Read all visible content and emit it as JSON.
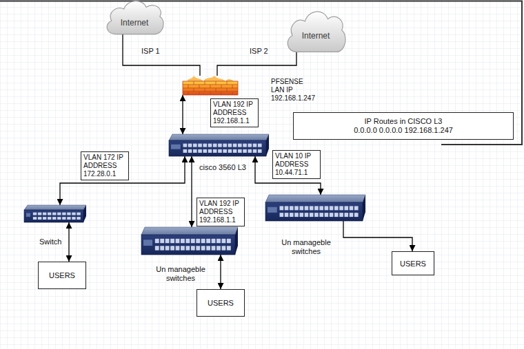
{
  "diagram": {
    "nodes": [
      {
        "text": [
          "Internet"
        ]
      },
      {
        "text": [
          "Internet"
        ]
      },
      {
        "text": [
          "PFSENSE LAN IP 192.168.1.247"
        ]
      },
      {
        "text": [
          "VLAN 192 IP ADDRESS 192.168.1.1"
        ]
      },
      {
        "text": [
          "IP Routes in CISCO L3",
          "0.0.0.0 0.0.0.0 192.168.1.247"
        ]
      },
      {
        "text": [
          "cisco 3560 L3"
        ]
      },
      {
        "text": [
          "VLAN 172 IP ADDRESS 172.28.0.1"
        ]
      },
      {
        "text": [
          "VLAN 10 IP ADDRESS 10.44.71.1"
        ]
      },
      {
        "text": [
          "Switch"
        ]
      },
      {
        "text": [
          "VLAN 192 IP ADDRESS 192.168.1.1"
        ]
      },
      {
        "text": [
          "Un manageble switches"
        ]
      },
      {
        "text": [
          "Un manageble switches"
        ]
      },
      {
        "text": [
          "USERS"
        ]
      },
      {
        "text": [
          "USERS"
        ]
      },
      {
        "text": [
          "USERS"
        ]
      }
    ],
    "edges": [
      {
        "from": 0,
        "to": 2,
        "label": "ISP 1",
        "arrow": "none"
      },
      {
        "from": 1,
        "to": 2,
        "label": "ISP 2",
        "arrow": "none"
      },
      {
        "from": 2,
        "to": 5,
        "arrow": "both"
      },
      {
        "from": 5,
        "to": 8,
        "arrow": "both"
      },
      {
        "from": 5,
        "to": 11,
        "arrow": "both"
      },
      {
        "from": 5,
        "to": 10,
        "arrow": "both"
      },
      {
        "from": 8,
        "to": 13,
        "arrow": "both"
      },
      {
        "from": 11,
        "to": 14,
        "arrow": "both"
      },
      {
        "from": 10,
        "to": 12,
        "arrow": "to"
      }
    ]
  }
}
